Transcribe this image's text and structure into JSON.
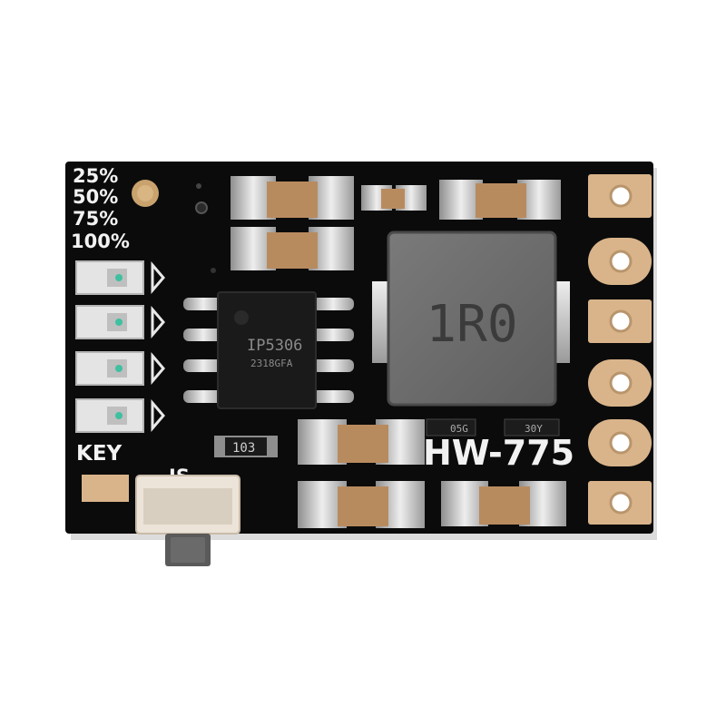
{
  "board": {
    "model": "HW-775",
    "labels": {
      "p25": "25%",
      "p50": "50%",
      "p75": "75%",
      "p100": "100%",
      "key": "KEY",
      "switch": "IS"
    },
    "chip": {
      "name": "IP5306",
      "code": "2318GFA"
    },
    "inductor": "1R0",
    "resistor": "103",
    "small_marks": {
      "left": "05G",
      "right": "30Y"
    }
  },
  "colors": {
    "board": "#0b0b0b",
    "copper": "#d9b48a",
    "capacitor": "#b88b5f",
    "inductor": "#6e6e6e",
    "silkscreen": "#f2f2f2"
  }
}
